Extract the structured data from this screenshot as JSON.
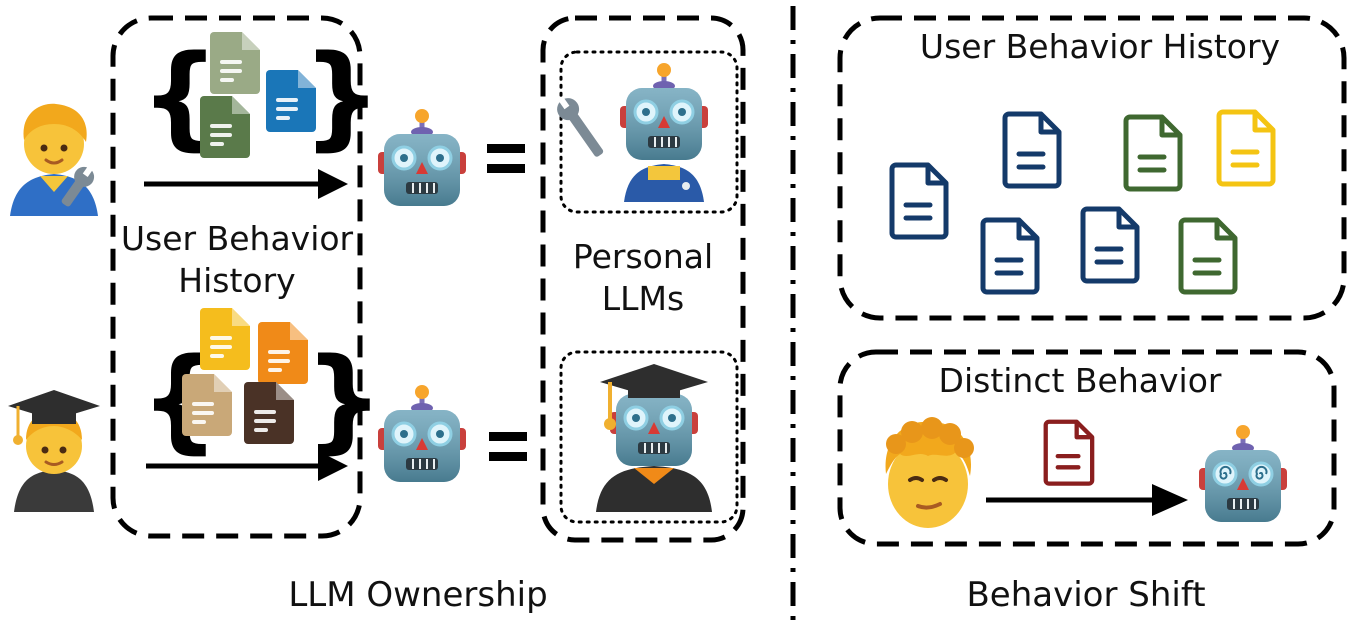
{
  "left_panel": {
    "history_label_line1": "User Behavior",
    "history_label_line2": "History",
    "personal_llms_line1": "Personal",
    "personal_llms_line2": "LLMs",
    "caption": "LLM Ownership"
  },
  "right_panel": {
    "history_title": "User Behavior History",
    "distinct_title": "Distinct Behavior",
    "caption": "Behavior Shift"
  },
  "icons": {
    "user_top": "mechanic-person-icon",
    "user_bottom": "student-person-icon",
    "user_right": "curly-hair-man-icon",
    "llm": "robot-icon",
    "personal_llm_top": "robot-mechanic-icon",
    "personal_llm_bottom": "robot-graduate-icon",
    "confused_llm": "dizzy-robot-icon",
    "document": "document-icon"
  },
  "colors": {
    "doc_sage": "#9aaa86",
    "doc_blue": "#1a76b8",
    "doc_green": "#5a7a4a",
    "doc_yellow": "#f5bd1d",
    "doc_orange": "#f08a18",
    "doc_tan": "#c9a878",
    "doc_brown": "#4a3226",
    "doc_navy": "#143a6a",
    "doc_forest": "#3f6830",
    "doc_gold": "#f4c413",
    "doc_darkred": "#8a1e1e"
  }
}
